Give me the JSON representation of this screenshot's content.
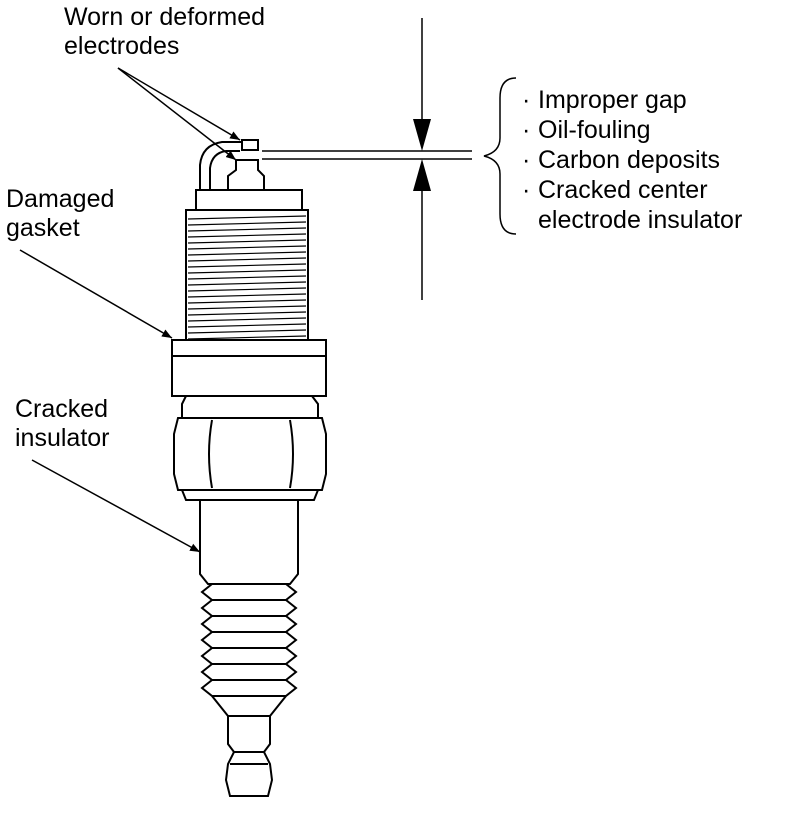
{
  "labels": {
    "electrodes": {
      "line1": "Worn or deformed",
      "line2": "electrodes"
    },
    "gasket": {
      "line1": "Damaged",
      "line2": "gasket"
    },
    "insulator": {
      "line1": "Cracked",
      "line2": "insulator"
    }
  },
  "gap_causes": {
    "bullet": "·",
    "items": [
      {
        "text": "Improper gap"
      },
      {
        "text": "Oil-fouling"
      },
      {
        "text": "Carbon deposits"
      },
      {
        "text": "Cracked center",
        "continuation": "electrode insulator"
      }
    ]
  },
  "colors": {
    "ink": "#000000",
    "background": "#ffffff"
  }
}
